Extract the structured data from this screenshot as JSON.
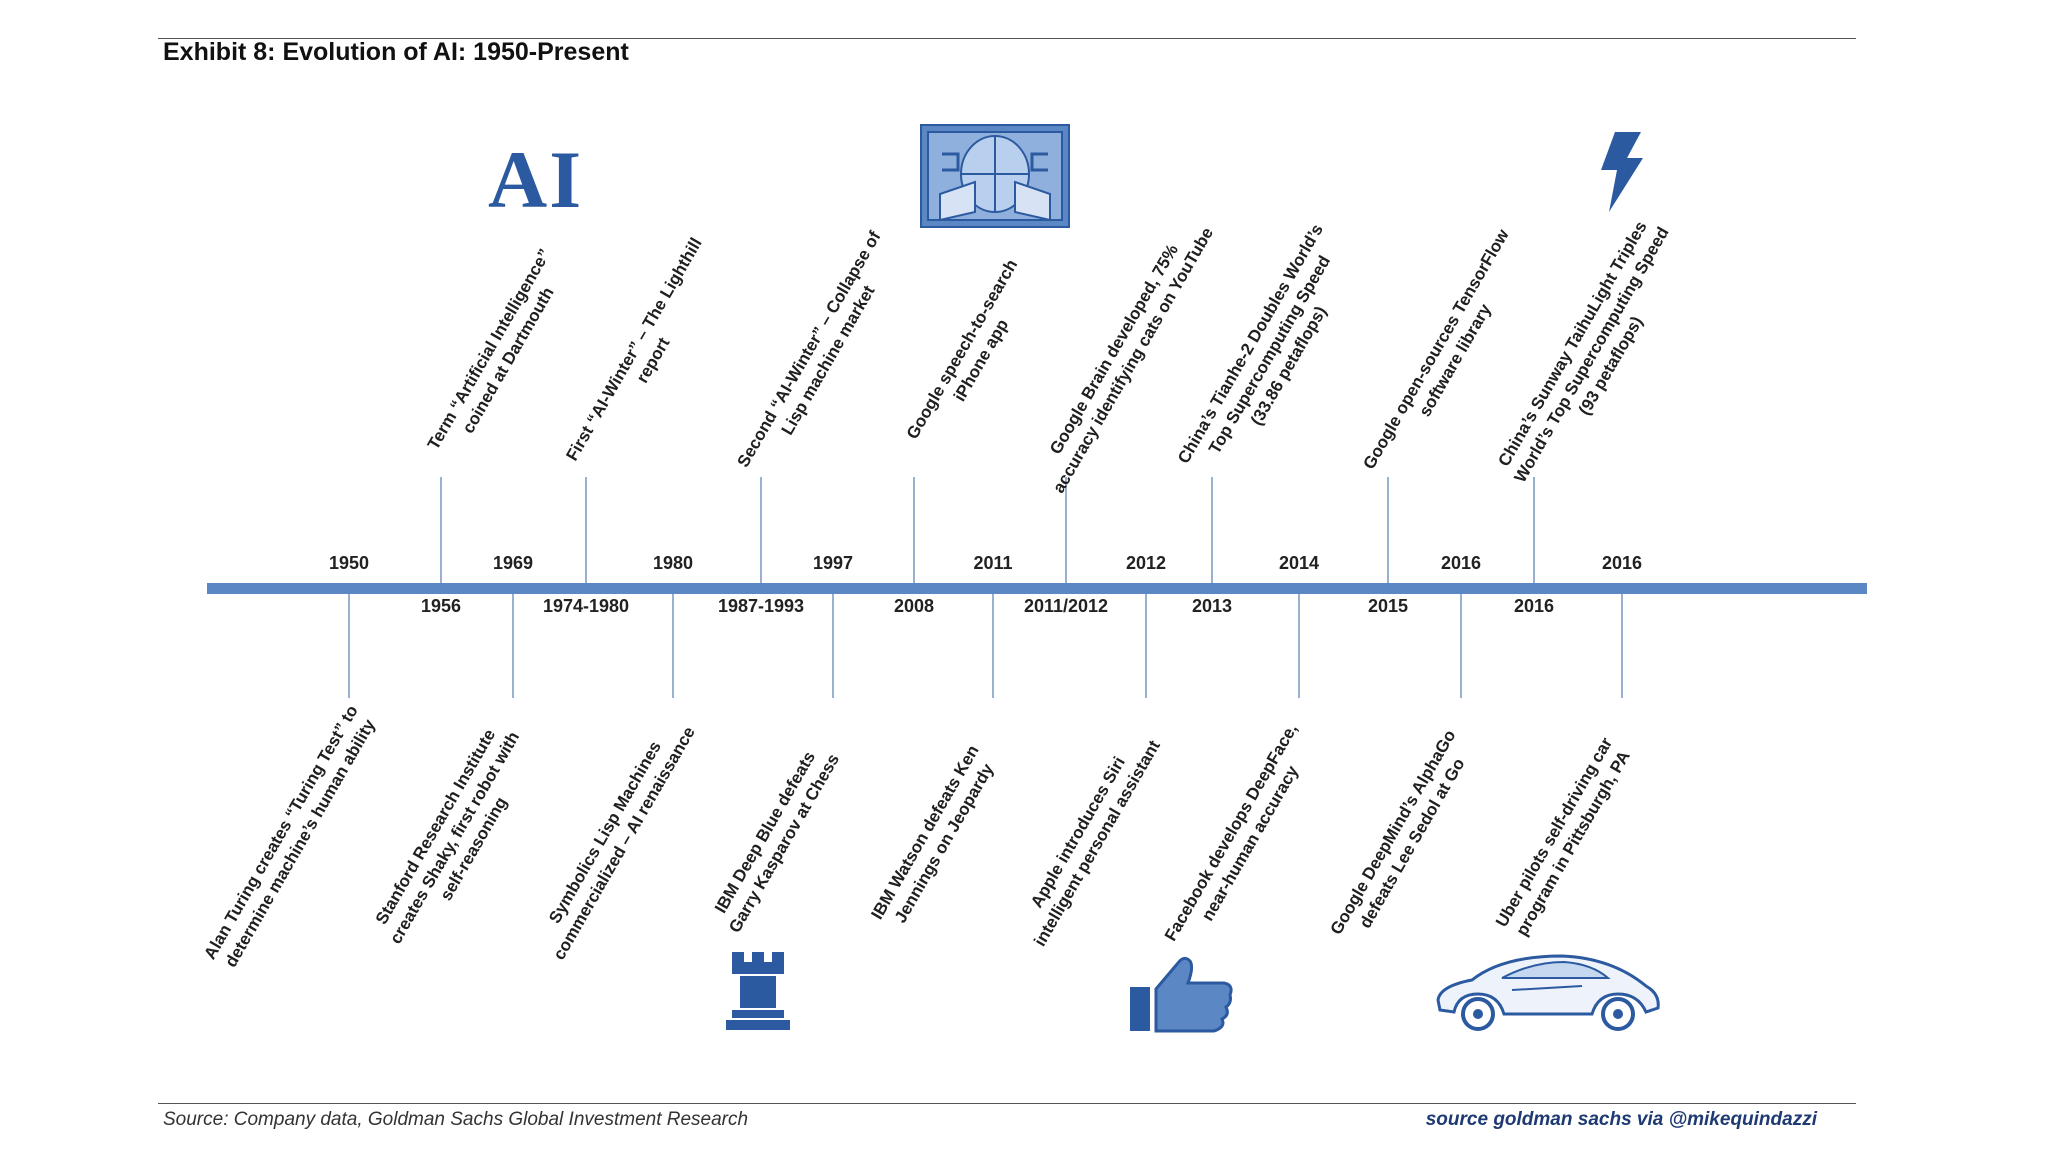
{
  "title": "Exhibit 8: Evolution of AI: 1950-Present",
  "source": "Source: Company data, Goldman Sachs Global Investment Research",
  "credit": "source goldman sachs via @mikequindazzi",
  "logo_text": "AI",
  "colors": {
    "axis": "#5b87c4",
    "icon_blue": "#2c5aa0",
    "credit": "#1e3a72"
  },
  "top_years": [
    "1950",
    "1969",
    "1980",
    "1997",
    "2011",
    "2012",
    "2014",
    "2016",
    "2016"
  ],
  "bottom_years": [
    "1956",
    "1974-1980",
    "1987-1993",
    "2008",
    "2011/2012",
    "2013",
    "2015",
    "2016"
  ],
  "above_events": [
    {
      "year": "1956",
      "lines": [
        "Term “Artificial Intelligence”",
        "coined at Dartmouth"
      ]
    },
    {
      "year": "1974-1980",
      "lines": [
        "First “AI-Winter” – The Lighthill",
        "report"
      ]
    },
    {
      "year": "1987-1993",
      "lines": [
        "Second “AI-Winter” – Collapse of",
        "Lisp machine market"
      ]
    },
    {
      "year": "2008",
      "lines": [
        "Google speech-to-search",
        "iPhone app"
      ]
    },
    {
      "year": "2011/2012",
      "lines": [
        "Google Brain developed, 75%",
        "accuracy identifying cats on YouTube"
      ]
    },
    {
      "year": "2013",
      "lines": [
        "China’s Tianhe-2 Doubles World’s",
        "Top Supercomputing Speed",
        "(33.86 petaflops)"
      ]
    },
    {
      "year": "2015",
      "lines": [
        "Google open-sources TensorFlow",
        "software library"
      ]
    },
    {
      "year": "2016",
      "lines": [
        "China’s Sunway TaihuLight Triples",
        "World’s Top Supercomputing Speed",
        "(93 petaflops)"
      ]
    }
  ],
  "below_events": [
    {
      "year": "1950",
      "lines": [
        "Alan Turing creates “Turing Test” to",
        "determine machine’s human ability"
      ]
    },
    {
      "year": "1969",
      "lines": [
        "Stanford Research Institute",
        "creates Shaky, first robot with",
        "self-reasoning"
      ]
    },
    {
      "year": "1980",
      "lines": [
        "Symbolics Lisp Machines",
        "commercialized – AI renaissance"
      ]
    },
    {
      "year": "1997",
      "lines": [
        "IBM Deep Blue defeats",
        "Garry Kasparov at Chess"
      ]
    },
    {
      "year": "2011",
      "lines": [
        "IBM Watson defeats Ken",
        "Jennings on Jeopardy"
      ]
    },
    {
      "year": "2012",
      "lines": [
        "Apple introduces Siri",
        "intelligent personal assistant"
      ]
    },
    {
      "year": "2014",
      "lines": [
        "Facebook develops DeepFace,",
        "near-human accuracy"
      ]
    },
    {
      "year": "2016",
      "lines": [
        "Google DeepMind’s AlphaGo",
        "defeats Lee Sedol at Go"
      ]
    },
    {
      "year": "2016",
      "lines": [
        "Uber pilots self-driving car",
        "program in Pittsburgh, PA"
      ]
    }
  ],
  "icons": [
    "ai-logo-icon",
    "computer-screen-icon",
    "lightning-bolt-icon",
    "chess-rook-icon",
    "thumbs-up-icon",
    "sports-car-icon"
  ]
}
